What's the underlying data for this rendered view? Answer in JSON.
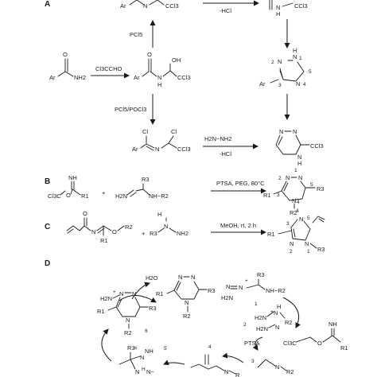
{
  "sections": {
    "a": "A",
    "b": "B",
    "c": "C",
    "d": "D"
  },
  "scheme_a": {
    "top_left": {
      "ar": "Ar",
      "ccl3": "CCl3",
      "n": "N"
    },
    "top_right": {
      "n1": "N",
      "h": "H",
      "ccl3": "CCl3"
    },
    "arrow_top_label": "-HCl",
    "pcl5": "PCl5",
    "starting_amide": {
      "ar": "Ar",
      "nh2": "NH2"
    },
    "reagent_chloral": "Cl3CCHO",
    "adduct": {
      "ar": "Ar",
      "n": "N",
      "h": "H",
      "oh": "OH",
      "ccl3": "CCl3"
    },
    "triazole_generic": {
      "n1": "N",
      "h": "H",
      "n2": "N",
      "n4": "N",
      "ar": "Ar",
      "num1": "1",
      "num2": "2",
      "num3": "3",
      "num4": "4",
      "num5": "5"
    },
    "pcl5_pocl3": "PCl5/POCl3",
    "imidoyl": {
      "cl1": "Cl",
      "cl2": "Cl",
      "ar": "Ar",
      "n": "N",
      "ccl3": "CCl3"
    },
    "hydrazine": "H2N−NH2",
    "arrow_bottom_label": "-HCl",
    "product_triazole": {
      "n1": "N",
      "n2": "N",
      "n3": "N",
      "h": "H",
      "ccl3": "CCl3"
    }
  },
  "scheme_b": {
    "imidate": {
      "nh": "NH",
      "cl3c": "Cl3C",
      "o": "O",
      "r1": "R1"
    },
    "plus": "+",
    "amidrazone": {
      "r3": "R3",
      "h2n": "H2N",
      "n": "N",
      "nhr2": "NH−R2",
      "hn": "H"
    },
    "conditions": "PTSA, PEG, 80°C",
    "product": {
      "n1": "N",
      "n2": "N",
      "n4": "N",
      "r1": "R1",
      "r2": "R2",
      "r3": "R3",
      "num1": "1",
      "num2": "2",
      "num3": "3",
      "num4": "4",
      "num5": "5"
    }
  },
  "scheme_c": {
    "acyl_imidate": {
      "o": "O",
      "n": "N",
      "o2": "O",
      "r2": "R2",
      "r1": "R1"
    },
    "plus": "+",
    "hydrazine": {
      "r3": "R3",
      "nh": "N",
      "h": "H",
      "nh2": "NH2"
    },
    "conditions": "MeOH, rt, 2 h",
    "product": {
      "r1": "R1",
      "n1": "N",
      "n2": "N",
      "n4": "N",
      "r3": "R3",
      "num1": "1",
      "num2": "2",
      "num3": "3",
      "num4": "4",
      "num5": "5"
    }
  },
  "scheme_d": {
    "water": "H2O",
    "triazole": {
      "n_a": "N",
      "n_b": "N",
      "n_c": "N",
      "r1": "R1",
      "r2": "R2",
      "r3": "R3"
    },
    "amidrazone": {
      "r3": "R3",
      "eq": "=",
      "n": "N",
      "nhr2": "NH−R2",
      "h2n": "H2N",
      "num": "1"
    },
    "int2": {
      "num": "2",
      "h2n": "H2N",
      "plus": "+",
      "n": "N",
      "r2": "R2"
    },
    "int3": {
      "num": "3",
      "n": "N",
      "r2": "R2"
    },
    "int4": {
      "num": "4",
      "n": "N",
      "r2": "R"
    },
    "int5": {
      "num": "5",
      "r3": "R3",
      "n": "N",
      "nh": "NH",
      "h": "H"
    },
    "int6": {
      "num": "6",
      "h2n": "H2N",
      "plus": "+",
      "n": "N",
      "r1": "R1",
      "r2": "R2",
      "r3": "R3"
    },
    "ptsa": "PTSA",
    "imidate": {
      "nh": "NH",
      "cl3c": "Cl3C",
      "o": "O",
      "r1": "R1"
    }
  }
}
